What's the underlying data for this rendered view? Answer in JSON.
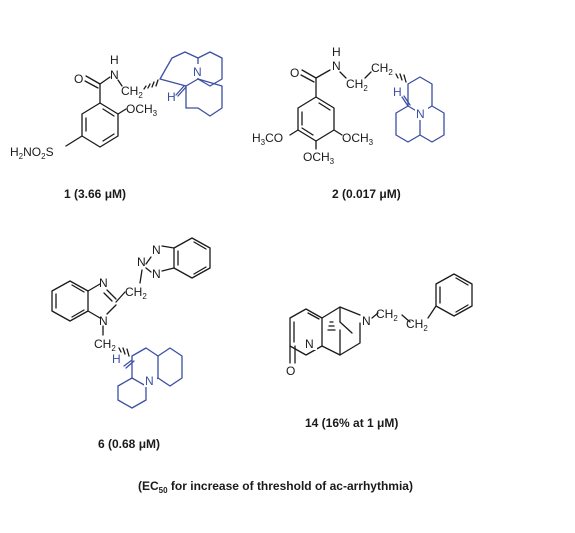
{
  "compounds": [
    {
      "label": "1  (3.66 μM)"
    },
    {
      "label": "2  (0.017 μM)"
    },
    {
      "label": "6  (0.68 μM)"
    },
    {
      "label": "14  (16% at 1 μM)"
    }
  ],
  "footnote": {
    "pre": "(EC",
    "sub": "50",
    "post": " for increase of threshold of ac-arrhythmia)"
  },
  "atoms": {
    "O": "O",
    "N": "N",
    "H": "H",
    "NH": "H",
    "OCH3": "OCH",
    "three": "3",
    "H3CO_a": "H",
    "H3CO_b": "CO",
    "H2NO2S_a": "H",
    "H2NO2S_b": "NO",
    "H2NO2S_c": "S",
    "two": "2",
    "CH2": "CH",
    "CH": "CH"
  },
  "colors": {
    "bond": "#1a1a1a",
    "quinolizidine": "#3b4fa3"
  }
}
